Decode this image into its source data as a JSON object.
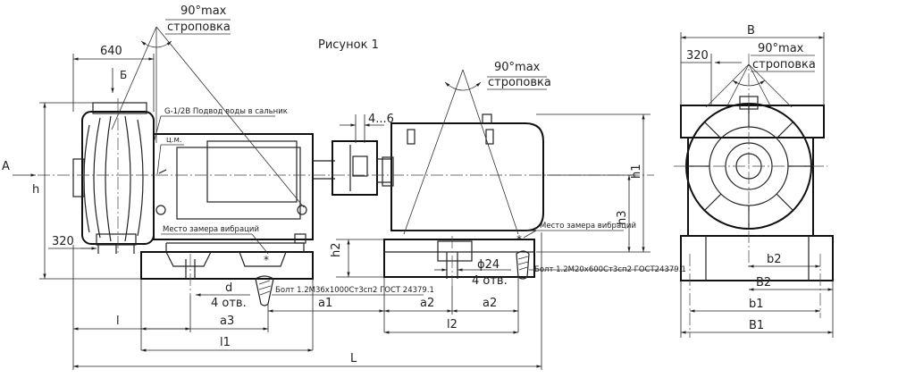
{
  "figure": {
    "title": "Рисунок 1"
  },
  "front_view": {
    "top_dim": "640",
    "section_mark": "Б",
    "view_arrow": "A",
    "height_dim": "h",
    "side_dim": "320",
    "sling_angle": "90°max",
    "sling_label": "строповка",
    "water_port": "G-1/2B Подвод воды в сальник",
    "mark_label": "ц.м.",
    "vibration_point_left": "Место замера вибраций",
    "vibration_point_right": "Место замера вибраций",
    "motor_sling_angle": "90°max",
    "motor_sling_label": "строповка",
    "coupling_gap": "4...6",
    "h1": "h1",
    "h2": "h2",
    "h3": "h3",
    "hole_diameter": "ϕ24",
    "holes_right": "4 отв.",
    "holes_left": "4 отв.",
    "hole_d": "d",
    "bolt_left": "Болт 1.2М36х1000Ст3сп2 ГОСТ 24379.1",
    "bolt_right": "Болт 1.2М20х600Ст3сп2 ГОСТ24379.1",
    "dims": {
      "l": "l",
      "a3": "a3",
      "l1": "l1",
      "a1": "a1",
      "a2_left": "a2",
      "a2_right": "a2",
      "l2": "l2",
      "L": "L"
    }
  },
  "side_view": {
    "width_dim": "B",
    "side_dim": "320",
    "sling_angle": "90°max",
    "sling_label": "строповка",
    "b2": "b2",
    "B2": "B2",
    "b1": "b1",
    "B1": "B1"
  }
}
